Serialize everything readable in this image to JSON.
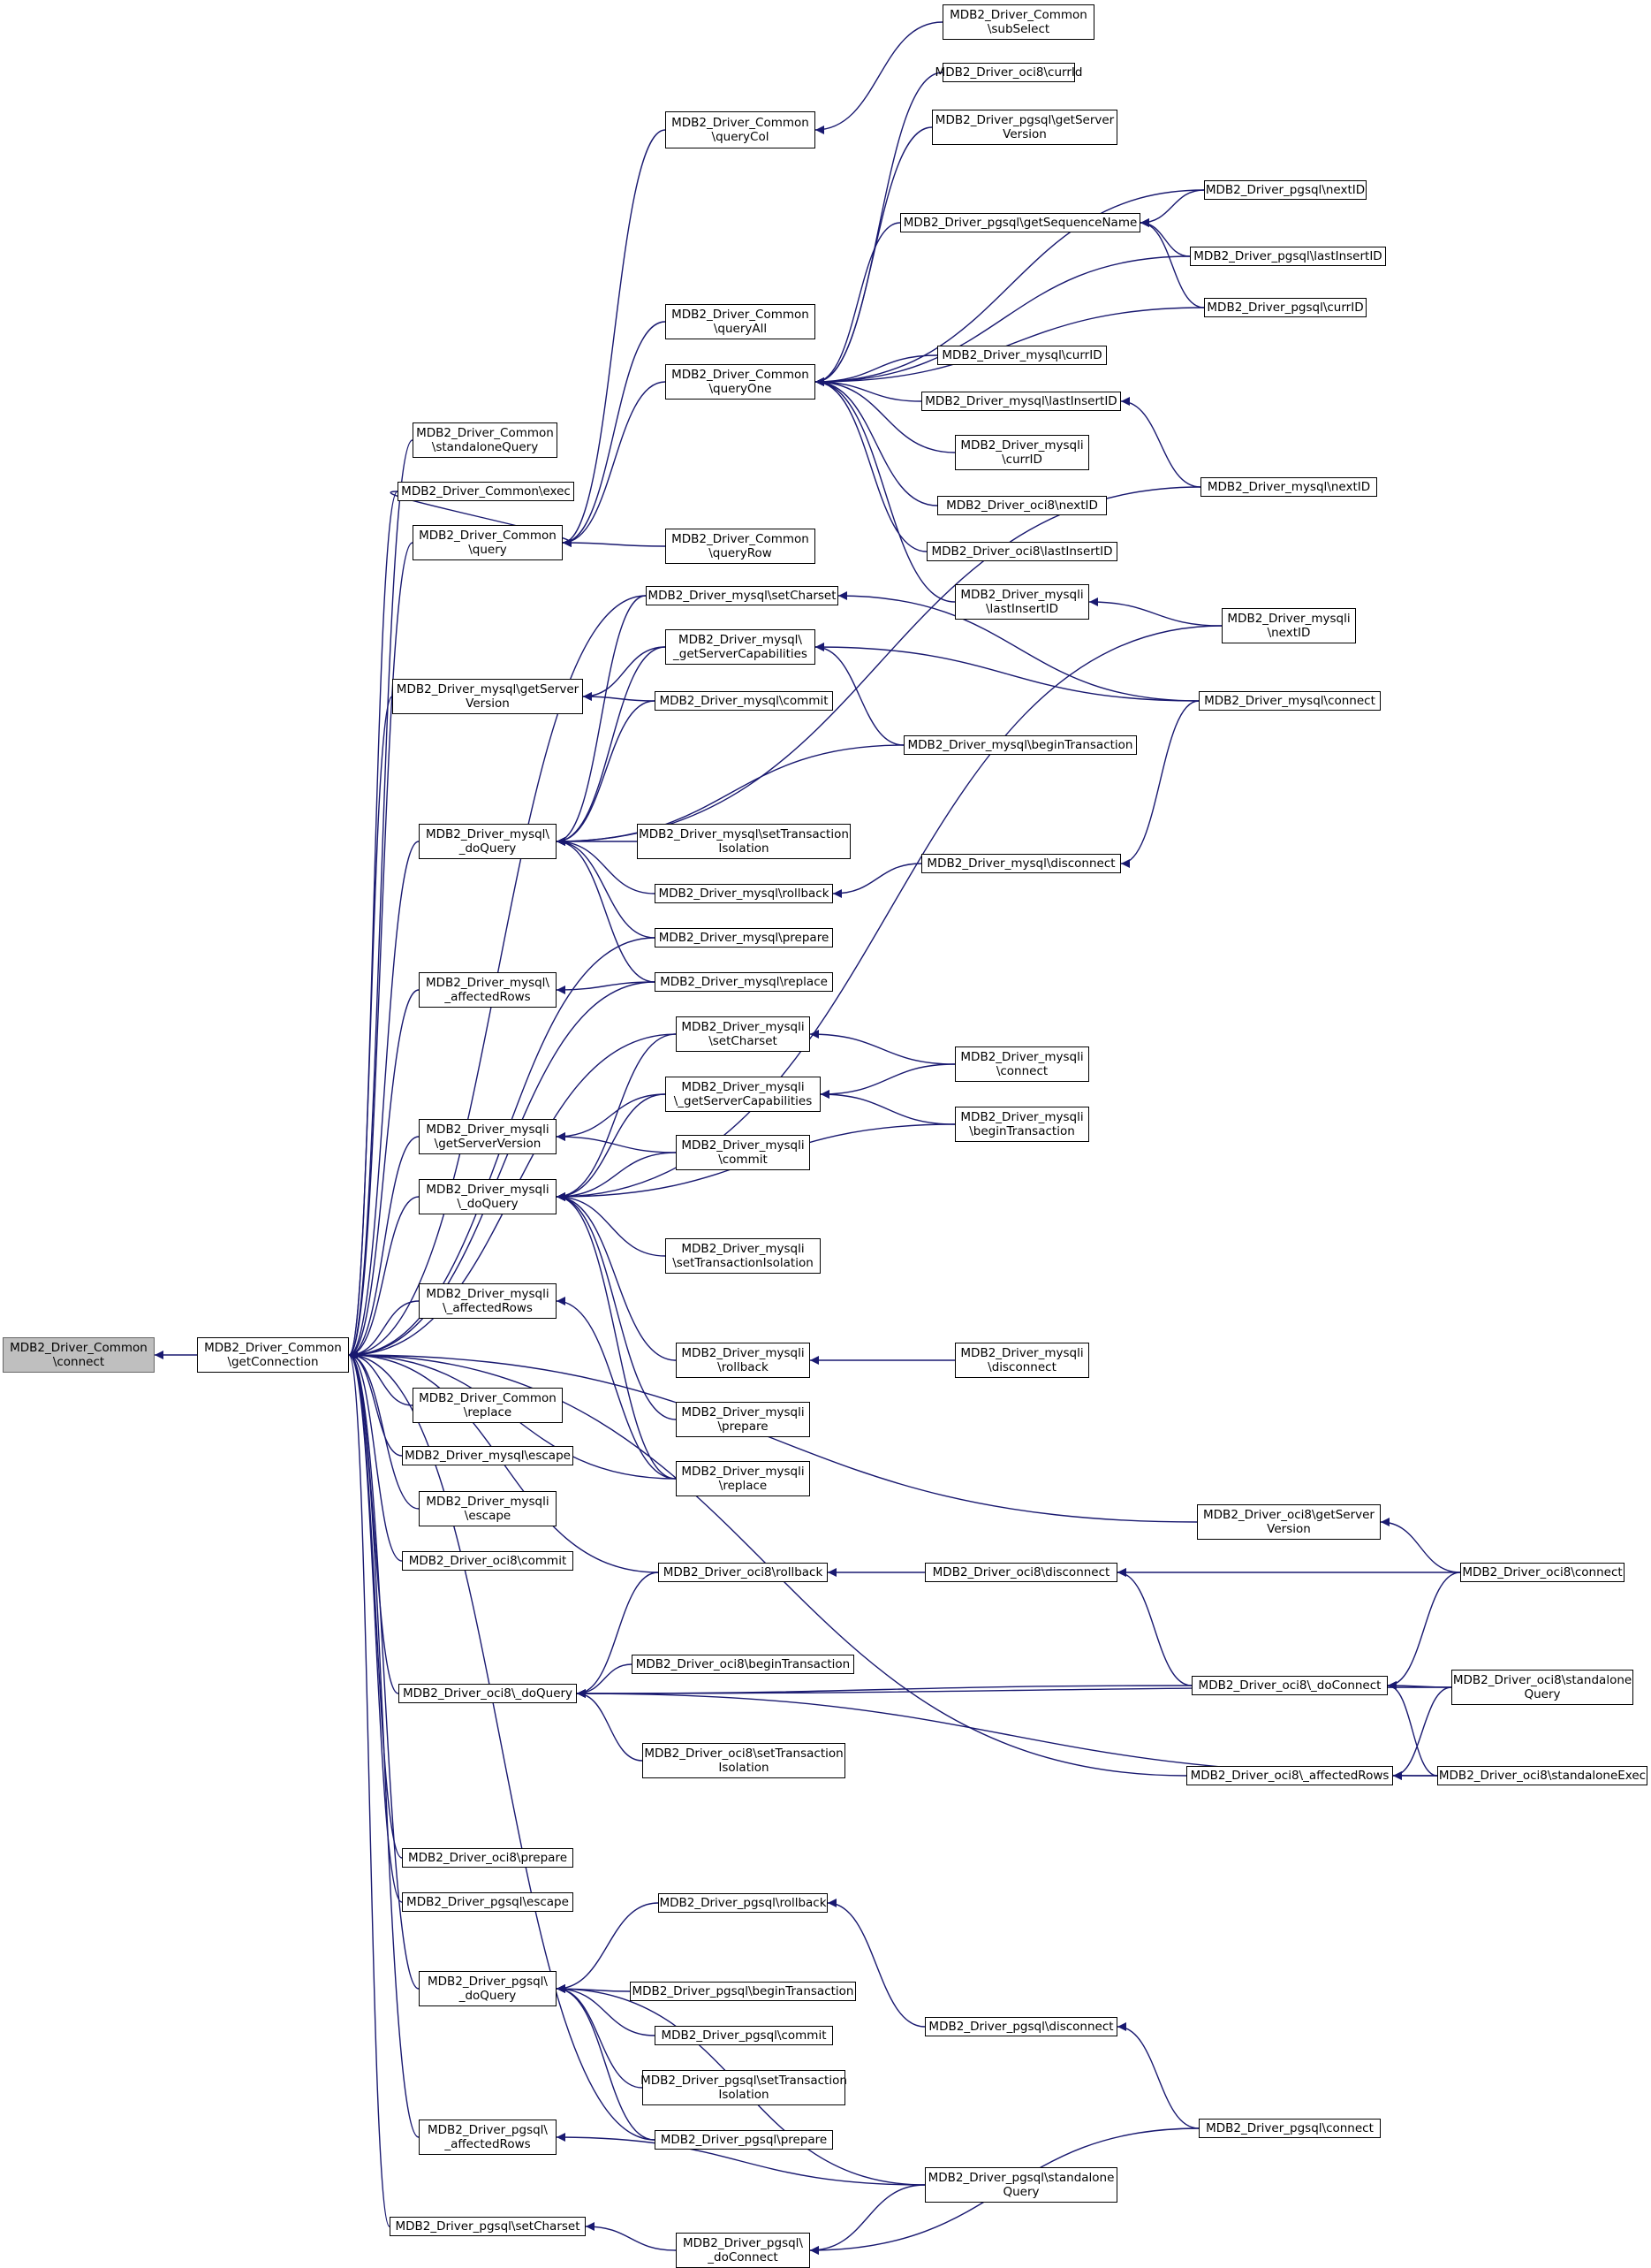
{
  "diagram": {
    "line_color": "#191970",
    "root_fill": "#bfbfbf",
    "nodes": [
      {
        "id": "root",
        "label": "MDB2_Driver_Common\n\\connect",
        "root": true
      },
      {
        "id": "gc",
        "label": "MDB2_Driver_Common\n\\getConnection"
      },
      {
        "id": "sq",
        "label": "MDB2_Driver_Common\n\\standaloneQuery"
      },
      {
        "id": "exec",
        "label": "MDB2_Driver_Common\\exec"
      },
      {
        "id": "q",
        "label": "MDB2_Driver_Common\n\\query"
      },
      {
        "id": "my_gsv",
        "label": "MDB2_Driver_mysql\\getServer\nVersion"
      },
      {
        "id": "my_dq",
        "label": "MDB2_Driver_mysql\\\n_doQuery"
      },
      {
        "id": "my_ar",
        "label": "MDB2_Driver_mysql\\\n_affectedRows"
      },
      {
        "id": "mi_gsv",
        "label": "MDB2_Driver_mysqli\n\\getServerVersion"
      },
      {
        "id": "mi_dq",
        "label": "MDB2_Driver_mysqli\n\\_doQuery"
      },
      {
        "id": "mi_ar",
        "label": "MDB2_Driver_mysqli\n\\_affectedRows"
      },
      {
        "id": "c_rep",
        "label": "MDB2_Driver_Common\n\\replace"
      },
      {
        "id": "my_esc",
        "label": "MDB2_Driver_mysql\\escape"
      },
      {
        "id": "mi_esc",
        "label": "MDB2_Driver_mysqli\n\\escape"
      },
      {
        "id": "oc_commit",
        "label": "MDB2_Driver_oci8\\commit"
      },
      {
        "id": "oc_dq",
        "label": "MDB2_Driver_oci8\\_doQuery"
      },
      {
        "id": "oc_prep",
        "label": "MDB2_Driver_oci8\\prepare"
      },
      {
        "id": "pg_esc",
        "label": "MDB2_Driver_pgsql\\escape"
      },
      {
        "id": "pg_dq",
        "label": "MDB2_Driver_pgsql\\\n_doQuery"
      },
      {
        "id": "pg_ar",
        "label": "MDB2_Driver_pgsql\\\n_affectedRows"
      },
      {
        "id": "pg_sc",
        "label": "MDB2_Driver_pgsql\\setCharset"
      },
      {
        "id": "qcol",
        "label": "MDB2_Driver_Common\n\\queryCol"
      },
      {
        "id": "qall",
        "label": "MDB2_Driver_Common\n\\queryAll"
      },
      {
        "id": "qone",
        "label": "MDB2_Driver_Common\n\\queryOne"
      },
      {
        "id": "qrow",
        "label": "MDB2_Driver_Common\n\\queryRow"
      },
      {
        "id": "my_sc",
        "label": "MDB2_Driver_mysql\\setCharset"
      },
      {
        "id": "my_gsc",
        "label": "MDB2_Driver_mysql\\\n_getServerCapabilities"
      },
      {
        "id": "my_commit",
        "label": "MDB2_Driver_mysql\\commit"
      },
      {
        "id": "my_sti",
        "label": "MDB2_Driver_mysql\\setTransaction\nIsolation"
      },
      {
        "id": "my_rb",
        "label": "MDB2_Driver_mysql\\rollback"
      },
      {
        "id": "my_prep",
        "label": "MDB2_Driver_mysql\\prepare"
      },
      {
        "id": "my_rep",
        "label": "MDB2_Driver_mysql\\replace"
      },
      {
        "id": "mi_sc",
        "label": "MDB2_Driver_mysqli\n\\setCharset"
      },
      {
        "id": "mi_gsc",
        "label": "MDB2_Driver_mysqli\n\\_getServerCapabilities"
      },
      {
        "id": "mi_commit",
        "label": "MDB2_Driver_mysqli\n\\commit"
      },
      {
        "id": "mi_sti",
        "label": "MDB2_Driver_mysqli\n\\setTransactionIsolation"
      },
      {
        "id": "mi_rb",
        "label": "MDB2_Driver_mysqli\n\\rollback"
      },
      {
        "id": "mi_prep",
        "label": "MDB2_Driver_mysqli\n\\prepare"
      },
      {
        "id": "mi_rep",
        "label": "MDB2_Driver_mysqli\n\\replace"
      },
      {
        "id": "oc_rb",
        "label": "MDB2_Driver_oci8\\rollback"
      },
      {
        "id": "oc_bt",
        "label": "MDB2_Driver_oci8\\beginTransaction"
      },
      {
        "id": "oc_sti",
        "label": "MDB2_Driver_oci8\\setTransaction\nIsolation"
      },
      {
        "id": "pg_rb",
        "label": "MDB2_Driver_pgsql\\rollback"
      },
      {
        "id": "pg_bt",
        "label": "MDB2_Driver_pgsql\\beginTransaction"
      },
      {
        "id": "pg_commit",
        "label": "MDB2_Driver_pgsql\\commit"
      },
      {
        "id": "pg_sti",
        "label": "MDB2_Driver_pgsql\\setTransaction\nIsolation"
      },
      {
        "id": "pg_prep",
        "label": "MDB2_Driver_pgsql\\prepare"
      },
      {
        "id": "pg_dc",
        "label": "MDB2_Driver_pgsql\\\n_doConnect"
      },
      {
        "id": "subsel",
        "label": "MDB2_Driver_Common\n\\subSelect"
      },
      {
        "id": "oc_currid",
        "label": "MDB2_Driver_oci8\\currId"
      },
      {
        "id": "pg_gsv",
        "label": "MDB2_Driver_pgsql\\getServer\nVersion"
      },
      {
        "id": "pg_gsn",
        "label": "MDB2_Driver_pgsql\\getSequenceName"
      },
      {
        "id": "my_currid",
        "label": "MDB2_Driver_mysql\\currID"
      },
      {
        "id": "my_lii",
        "label": "MDB2_Driver_mysql\\lastInsertID"
      },
      {
        "id": "mi_currid",
        "label": "MDB2_Driver_mysqli\n\\currID"
      },
      {
        "id": "oc_nextid",
        "label": "MDB2_Driver_oci8\\nextID"
      },
      {
        "id": "oc_lii",
        "label": "MDB2_Driver_oci8\\lastInsertID"
      },
      {
        "id": "mi_lii",
        "label": "MDB2_Driver_mysqli\n\\lastInsertID"
      },
      {
        "id": "my_bt",
        "label": "MDB2_Driver_mysql\\beginTransaction"
      },
      {
        "id": "my_disc",
        "label": "MDB2_Driver_mysql\\disconnect"
      },
      {
        "id": "mi_conn",
        "label": "MDB2_Driver_mysqli\n\\connect"
      },
      {
        "id": "mi_bt",
        "label": "MDB2_Driver_mysqli\n\\beginTransaction"
      },
      {
        "id": "mi_disc",
        "label": "MDB2_Driver_mysqli\n\\disconnect"
      },
      {
        "id": "oc_disc",
        "label": "MDB2_Driver_oci8\\disconnect"
      },
      {
        "id": "pg_disc",
        "label": "MDB2_Driver_pgsql\\disconnect"
      },
      {
        "id": "pg_sq",
        "label": "MDB2_Driver_pgsql\\standalone\nQuery"
      },
      {
        "id": "pg_nextid",
        "label": "MDB2_Driver_pgsql\\nextID"
      },
      {
        "id": "pg_lii",
        "label": "MDB2_Driver_pgsql\\lastInsertID"
      },
      {
        "id": "pg_currid",
        "label": "MDB2_Driver_pgsql\\currID"
      },
      {
        "id": "my_nextid",
        "label": "MDB2_Driver_mysql\\nextID"
      },
      {
        "id": "mi_nextid",
        "label": "MDB2_Driver_mysqli\n\\nextID"
      },
      {
        "id": "my_conn",
        "label": "MDB2_Driver_mysql\\connect"
      },
      {
        "id": "oc_gsv",
        "label": "MDB2_Driver_oci8\\getServer\nVersion"
      },
      {
        "id": "oc_dc",
        "label": "MDB2_Driver_oci8\\_doConnect"
      },
      {
        "id": "oc_ar",
        "label": "MDB2_Driver_oci8\\_affectedRows"
      },
      {
        "id": "pg_conn",
        "label": "MDB2_Driver_pgsql\\connect"
      },
      {
        "id": "oc_conn",
        "label": "MDB2_Driver_oci8\\connect"
      },
      {
        "id": "oc_sq",
        "label": "MDB2_Driver_oci8\\standalone\nQuery"
      },
      {
        "id": "oc_se",
        "label": "MDB2_Driver_oci8\\standaloneExec"
      }
    ],
    "edges": [
      [
        "gc",
        "root"
      ],
      [
        "sq",
        "gc"
      ],
      [
        "exec",
        "gc"
      ],
      [
        "q",
        "gc"
      ],
      [
        "my_gsv",
        "gc"
      ],
      [
        "my_dq",
        "gc"
      ],
      [
        "my_ar",
        "gc"
      ],
      [
        "mi_gsv",
        "gc"
      ],
      [
        "mi_dq",
        "gc"
      ],
      [
        "mi_ar",
        "gc"
      ],
      [
        "c_rep",
        "gc"
      ],
      [
        "my_esc",
        "gc"
      ],
      [
        "mi_esc",
        "gc"
      ],
      [
        "oc_commit",
        "gc"
      ],
      [
        "oc_dq",
        "gc"
      ],
      [
        "oc_prep",
        "gc"
      ],
      [
        "pg_esc",
        "gc"
      ],
      [
        "pg_dq",
        "gc"
      ],
      [
        "pg_ar",
        "gc"
      ],
      [
        "pg_sc",
        "gc"
      ],
      [
        "my_sc",
        "gc"
      ],
      [
        "my_prep",
        "gc"
      ],
      [
        "my_rep",
        "gc"
      ],
      [
        "mi_sc",
        "gc"
      ],
      [
        "mi_rep",
        "gc"
      ],
      [
        "oc_rb",
        "gc"
      ],
      [
        "oc_gsv",
        "gc"
      ],
      [
        "oc_ar",
        "gc"
      ],
      [
        "pg_prep",
        "gc"
      ],
      [
        "qcol",
        "q"
      ],
      [
        "qall",
        "q"
      ],
      [
        "qone",
        "q"
      ],
      [
        "qrow",
        "q"
      ],
      [
        "exec",
        "q"
      ],
      [
        "subsel",
        "qcol"
      ],
      [
        "oc_currid",
        "qone"
      ],
      [
        "pg_gsv",
        "qone"
      ],
      [
        "pg_gsn",
        "qone"
      ],
      [
        "pg_nextid",
        "qone"
      ],
      [
        "pg_lii",
        "qone"
      ],
      [
        "pg_currid",
        "qone"
      ],
      [
        "my_currid",
        "qone"
      ],
      [
        "my_lii",
        "qone"
      ],
      [
        "mi_currid",
        "qone"
      ],
      [
        "oc_nextid",
        "qone"
      ],
      [
        "oc_lii",
        "qone"
      ],
      [
        "mi_lii",
        "qone"
      ],
      [
        "pg_nextid",
        "pg_gsn"
      ],
      [
        "pg_lii",
        "pg_gsn"
      ],
      [
        "pg_currid",
        "pg_gsn"
      ],
      [
        "my_nextid",
        "my_lii"
      ],
      [
        "mi_nextid",
        "mi_lii"
      ],
      [
        "my_gsc",
        "my_gsv"
      ],
      [
        "my_commit",
        "my_gsv"
      ],
      [
        "my_sc",
        "my_dq"
      ],
      [
        "my_gsc",
        "my_dq"
      ],
      [
        "my_commit",
        "my_dq"
      ],
      [
        "my_bt",
        "my_dq"
      ],
      [
        "my_sti",
        "my_dq"
      ],
      [
        "my_rb",
        "my_dq"
      ],
      [
        "my_prep",
        "my_dq"
      ],
      [
        "my_rep",
        "my_dq"
      ],
      [
        "my_nextid",
        "my_dq"
      ],
      [
        "my_conn",
        "my_sc"
      ],
      [
        "my_bt",
        "my_gsc"
      ],
      [
        "my_conn",
        "my_gsc"
      ],
      [
        "my_disc",
        "my_rb"
      ],
      [
        "my_conn",
        "my_disc"
      ],
      [
        "my_rep",
        "my_ar"
      ],
      [
        "mi_gsc",
        "mi_gsv"
      ],
      [
        "mi_commit",
        "mi_gsv"
      ],
      [
        "mi_sc",
        "mi_dq"
      ],
      [
        "mi_gsc",
        "mi_dq"
      ],
      [
        "mi_commit",
        "mi_dq"
      ],
      [
        "mi_sti",
        "mi_dq"
      ],
      [
        "mi_rb",
        "mi_dq"
      ],
      [
        "mi_prep",
        "mi_dq"
      ],
      [
        "mi_rep",
        "mi_dq"
      ],
      [
        "mi_nextid",
        "mi_dq"
      ],
      [
        "mi_bt",
        "mi_dq"
      ],
      [
        "mi_conn",
        "mi_sc"
      ],
      [
        "mi_conn",
        "mi_gsc"
      ],
      [
        "mi_bt",
        "mi_gsc"
      ],
      [
        "mi_disc",
        "mi_rb"
      ],
      [
        "mi_rep",
        "mi_ar"
      ],
      [
        "oc_conn",
        "oc_gsv"
      ],
      [
        "oc_disc",
        "oc_rb"
      ],
      [
        "oc_conn",
        "oc_disc"
      ],
      [
        "oc_dc",
        "oc_disc"
      ],
      [
        "oc_rb",
        "oc_dq"
      ],
      [
        "oc_bt",
        "oc_dq"
      ],
      [
        "oc_dc",
        "oc_dq"
      ],
      [
        "oc_sti",
        "oc_dq"
      ],
      [
        "oc_sq",
        "oc_dq"
      ],
      [
        "oc_se",
        "oc_dq"
      ],
      [
        "oc_conn",
        "oc_dc"
      ],
      [
        "oc_sq",
        "oc_dc"
      ],
      [
        "oc_se",
        "oc_dc"
      ],
      [
        "oc_sq",
        "oc_ar"
      ],
      [
        "oc_se",
        "oc_ar"
      ],
      [
        "pg_rb",
        "pg_dq"
      ],
      [
        "pg_bt",
        "pg_dq"
      ],
      [
        "pg_commit",
        "pg_dq"
      ],
      [
        "pg_sti",
        "pg_dq"
      ],
      [
        "pg_prep",
        "pg_dq"
      ],
      [
        "pg_sq",
        "pg_dq"
      ],
      [
        "pg_disc",
        "pg_rb"
      ],
      [
        "pg_conn",
        "pg_disc"
      ],
      [
        "pg_sq",
        "pg_ar"
      ],
      [
        "pg_sq",
        "pg_dc"
      ],
      [
        "pg_conn",
        "pg_dc"
      ],
      [
        "pg_dc",
        "pg_sc"
      ]
    ]
  }
}
